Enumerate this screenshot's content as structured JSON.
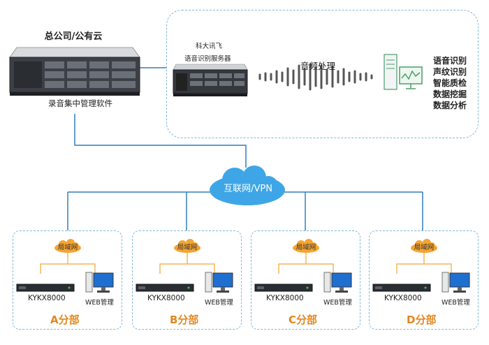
{
  "hq": {
    "title": "总公司/公有云",
    "caption": "录音集中管理软件"
  },
  "cloud": {
    "server_label_line1": "科大讯飞",
    "server_label_line2": "语音识别服务器",
    "audio_label": "音频处理",
    "functions": [
      "语音识别",
      "声纹识别",
      "智能质检",
      "数据挖掘",
      "数据分析"
    ]
  },
  "network": {
    "internet_label": "互联网/VPN"
  },
  "branches": [
    {
      "name": "A分部",
      "lan": "局域网",
      "device": "KYKX8000",
      "web": "WEB管理"
    },
    {
      "name": "B分部",
      "lan": "局域网",
      "device": "KYKX8000",
      "web": "WEB管理"
    },
    {
      "name": "C分部",
      "lan": "局域网",
      "device": "KYKX8000",
      "web": "WEB管理"
    },
    {
      "name": "D分部",
      "lan": "局域网",
      "device": "KYKX8000",
      "web": "WEB管理"
    }
  ],
  "colors": {
    "connector_blue": "#2f7fc0",
    "cloud_blue": "#3ea6e6",
    "lan_orange": "#f5a431",
    "branch_orange": "#e2871f",
    "dash_blue": "#7fb8d8"
  }
}
